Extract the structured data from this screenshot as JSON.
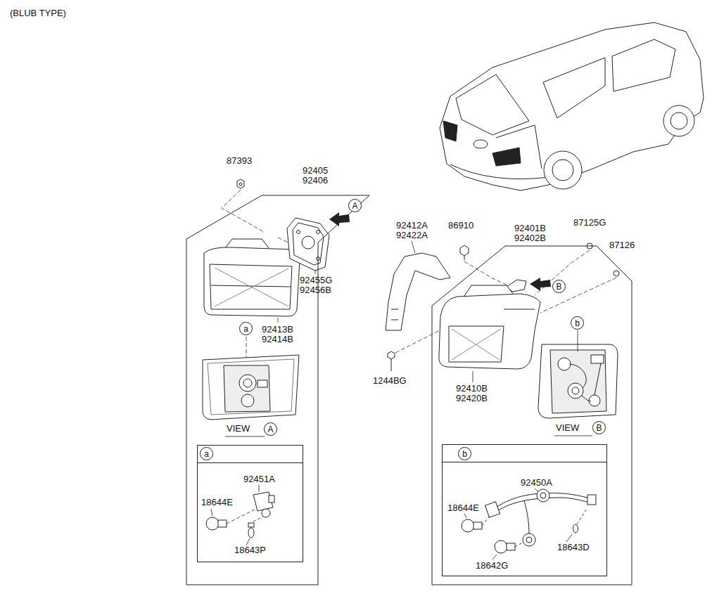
{
  "diagram": {
    "nodes": [
      {
        "text": [
          "92405 92406"
        ]
      },
      {
        "text": [
          "a"
        ],
        "in": 0
      },
      {
        "text": [
          "92401B 92402B"
        ]
      },
      {
        "text": [
          "b"
        ],
        "in": 2
      }
    ],
    "labels": [
      "(BLUB TYPE)",
      "87393",
      "A",
      "92455G",
      "92456B",
      "92413B",
      "92414B",
      "a",
      "VIEW",
      "A",
      "92451A",
      "18644E",
      "18643P",
      "92412A",
      "92422A",
      "86910",
      "87125G",
      "87126",
      "B",
      "b",
      "1244BG",
      "92410B",
      "92420B",
      "VIEW",
      "B",
      "92450A",
      "18644E",
      "18642G",
      "18643D"
    ]
  }
}
